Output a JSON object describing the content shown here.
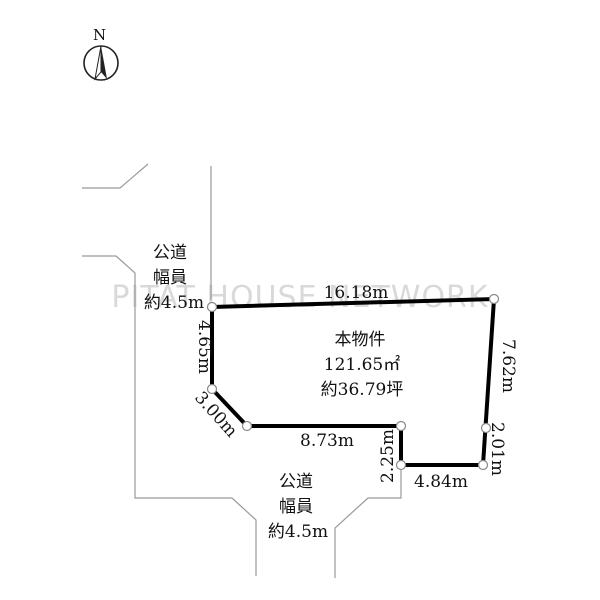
{
  "compass": {
    "north_label": "N"
  },
  "watermark": "PITAT HOUSE NETWORK",
  "roads": {
    "north_west": {
      "name": "公道",
      "width_label": "幅員",
      "width_value": "約4.5m"
    },
    "south": {
      "name": "公道",
      "width_label": "幅員",
      "width_value": "約4.5m"
    }
  },
  "property": {
    "title": "本物件",
    "area_sqm": "121.65㎡",
    "area_tsubo": "約36.79坪"
  },
  "edges": {
    "north": "16.18m",
    "east_upper": "7.62m",
    "east_lower": "2.01m",
    "south_east": "4.84m",
    "notch_vertical": "2.25m",
    "south_west": "8.73m",
    "corner_cut": "3.00m",
    "west": "4.65m"
  },
  "colors": {
    "lot_outline": "#000000",
    "road_lines": "#9a9a9a",
    "watermark": "#d9d9d9"
  }
}
